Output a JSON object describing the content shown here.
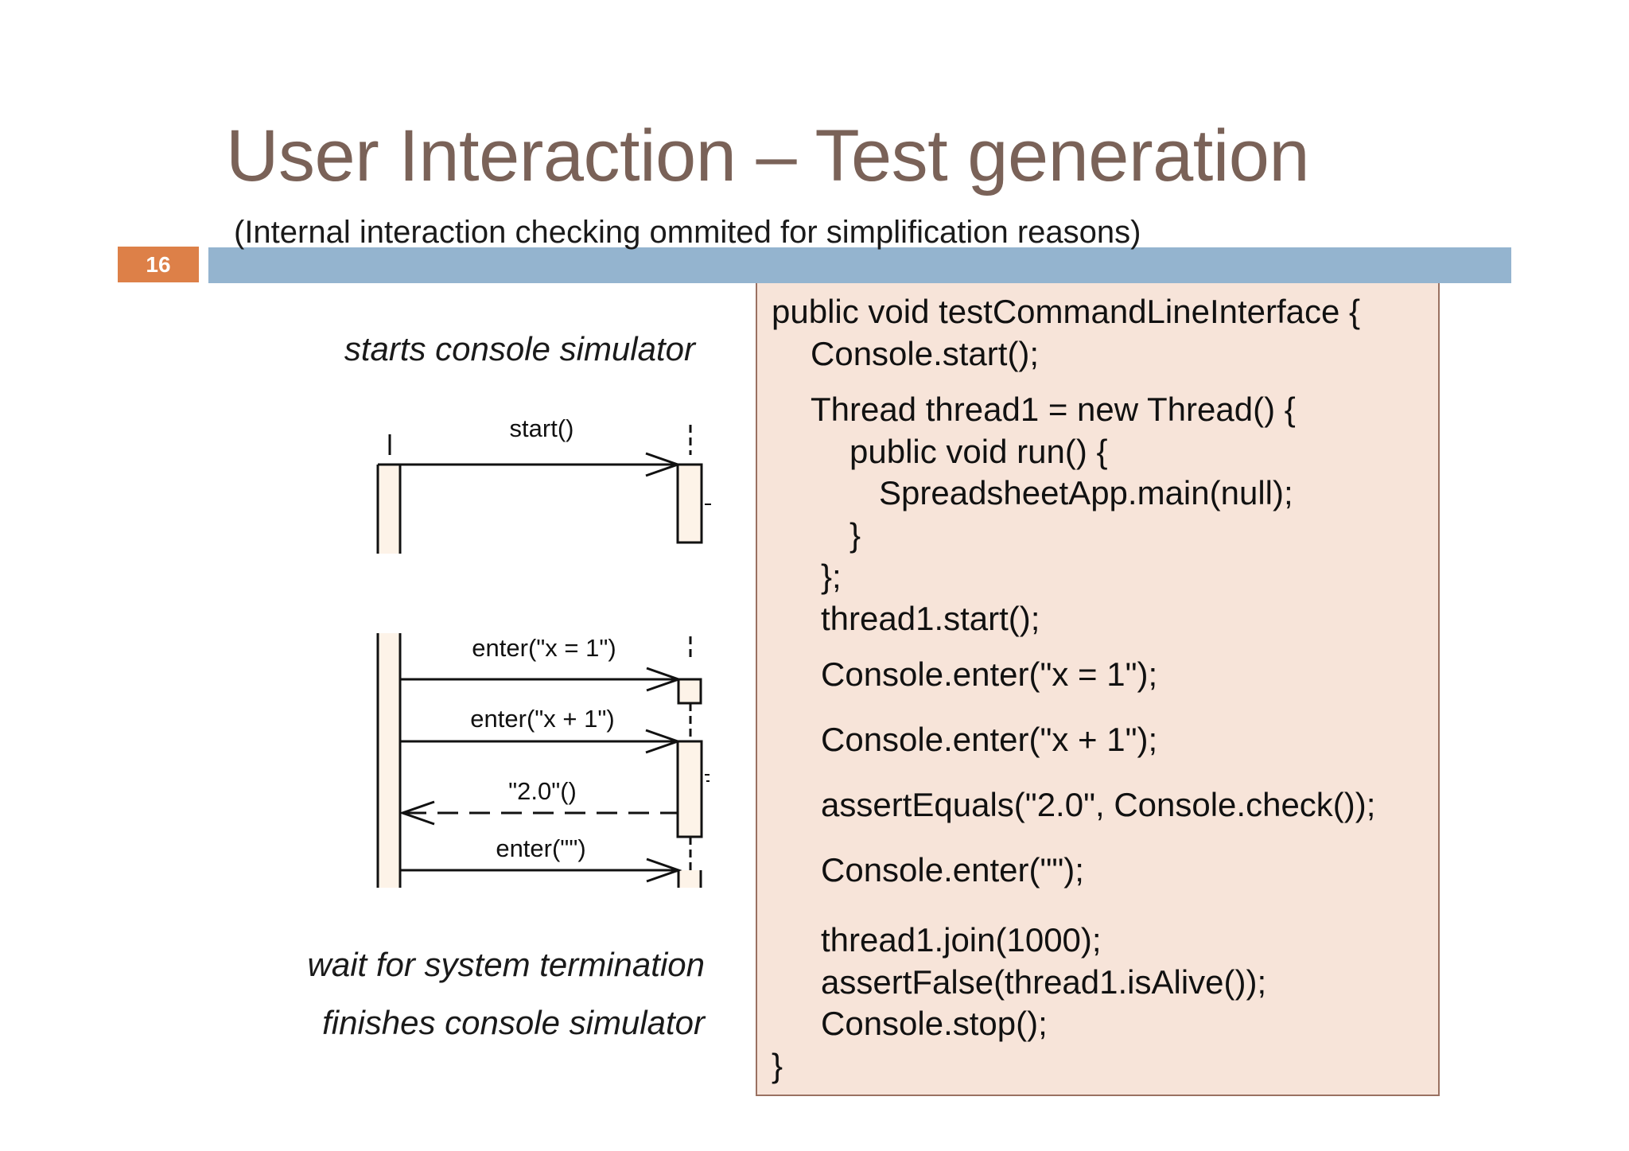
{
  "slide": {
    "title": "User Interaction – Test generation",
    "subtitle": "(Internal interaction checking ommited for simplification reasons)",
    "number": "16"
  },
  "captions": {
    "start": "starts console simulator",
    "wait": "wait  for system termination",
    "finish": "finishes console simulator"
  },
  "sequence_diagram": {
    "messages": [
      {
        "label": "start()",
        "style": "solid"
      },
      {
        "label": "enter(\"x = 1\")",
        "style": "solid"
      },
      {
        "label": "enter(\"x + 1\")",
        "style": "solid"
      },
      {
        "label": "\"2.0\"()",
        "style": "dashed-return"
      },
      {
        "label": "enter(\"\")",
        "style": "solid"
      }
    ]
  },
  "code": {
    "lines": [
      "public void testCommandLineInterface {",
      "Console.start();",
      "Thread thread1 = new Thread() {",
      "public void run() {",
      "SpreadsheetApp.main(null);",
      "}",
      "};",
      "thread1.start();",
      "Console.enter(\"x = 1\");",
      "Console.enter(\"x + 1\");",
      "assertEquals(\"2.0\", Console.check());",
      "Console.enter(\"\");",
      "thread1.join(1000);",
      "assertFalse(thread1.isAlive());",
      "Console.stop();",
      "}"
    ]
  },
  "colors": {
    "title": "#7a6258",
    "slide_number_bg": "#dd8048",
    "header_bar": "#94b4cf",
    "code_bg": "#f7e4d9",
    "code_border": "#9a7162",
    "activation_fill": "#fdf3e8"
  }
}
